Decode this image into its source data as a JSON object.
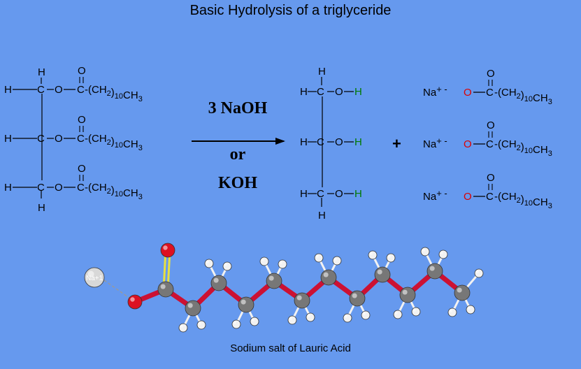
{
  "title": "Basic Hydrolysis of a triglyceride",
  "reagents": {
    "line1": "3 NaOH",
    "line2": "or",
    "line3": "KOH"
  },
  "plus": "+",
  "caption": "Sodium salt of Lauric Acid",
  "atoms": {
    "H": "H",
    "C": "C",
    "O": "O"
  },
  "ester_chain": {
    "pre": "-(CH",
    "sub2": "2",
    "post": ")",
    "sub10": "10",
    "tail": "CH",
    "sub3": "3"
  },
  "sodium_ion": {
    "symbol": "Na",
    "charge": "+",
    "minus": "-"
  },
  "model_label": "Na+1",
  "colors": {
    "background": "#6699ee",
    "oxygen_product": "#dd0000",
    "hydrogen_product": "#007a00",
    "bond": "#cc1133",
    "carbon": "#777777",
    "hydrogen_atom": "#f2f2f2",
    "oxygen_atom": "#dd1122",
    "double_bond": "#e8e040"
  }
}
